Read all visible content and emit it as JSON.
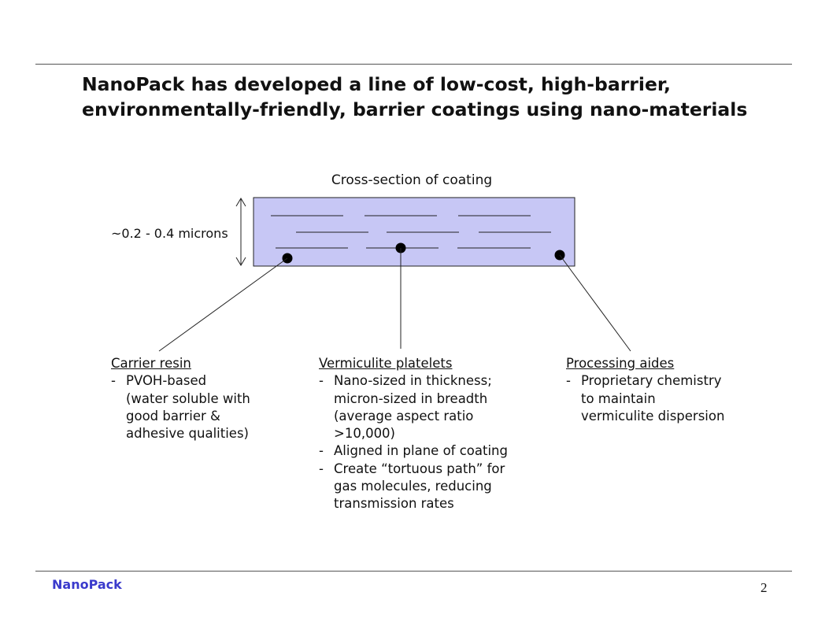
{
  "slide": {
    "title_lines": [
      "NanoPack has developed a line of low-cost, high-barrier,",
      "environmentally-friendly, barrier coatings using nano-materials"
    ]
  },
  "diagram": {
    "caption": "Cross-section of coating",
    "thickness_label": "~0.2 - 0.4 microns",
    "layer_fill": "#c7c7f5"
  },
  "callouts": {
    "carrier": {
      "heading": "Carrier resin",
      "bullets": [
        {
          "dash": "-",
          "lines": [
            "PVOH-based",
            "(water soluble with",
            "good barrier &",
            "adhesive qualities)"
          ]
        }
      ]
    },
    "vermiculite": {
      "heading": "Vermiculite platelets",
      "bullets": [
        {
          "dash": "-",
          "lines": [
            "Nano-sized in thickness;",
            "micron-sized in breadth",
            "(average aspect ratio",
            ">10,000)"
          ]
        },
        {
          "dash": "-",
          "lines": [
            "Aligned in plane of coating"
          ]
        },
        {
          "dash": "-",
          "lines": [
            "Create “tortuous path” for",
            "gas molecules, reducing",
            "transmission rates"
          ]
        }
      ]
    },
    "processing": {
      "heading": "Processing aides",
      "bullets": [
        {
          "dash": "-",
          "lines": [
            "Proprietary chemistry",
            "to maintain",
            "vermiculite dispersion"
          ]
        }
      ]
    }
  },
  "footer": {
    "brand": "NanoPack",
    "brand_color": "#3a3acc",
    "page_number": "2"
  }
}
